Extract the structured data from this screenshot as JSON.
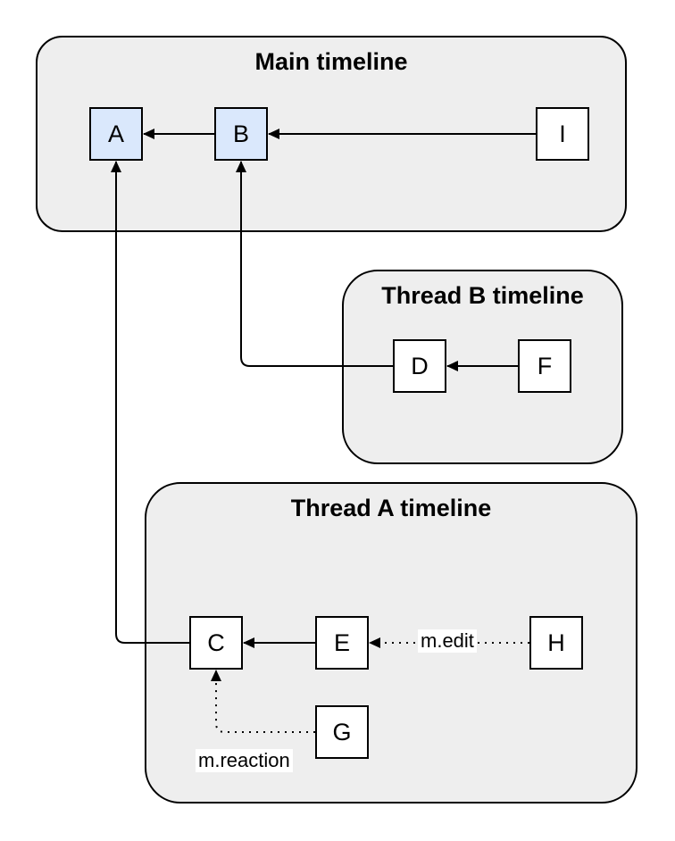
{
  "diagram": {
    "containers": [
      {
        "id": "main",
        "title": "Main timeline"
      },
      {
        "id": "thread-b",
        "title": "Thread B timeline"
      },
      {
        "id": "thread-a",
        "title": "Thread A timeline"
      }
    ],
    "nodes": [
      {
        "id": "A",
        "label": "A",
        "container": "main",
        "highlighted": true
      },
      {
        "id": "B",
        "label": "B",
        "container": "main",
        "highlighted": true
      },
      {
        "id": "I",
        "label": "I",
        "container": "main",
        "highlighted": false
      },
      {
        "id": "D",
        "label": "D",
        "container": "thread-b",
        "highlighted": false
      },
      {
        "id": "F",
        "label": "F",
        "container": "thread-b",
        "highlighted": false
      },
      {
        "id": "C",
        "label": "C",
        "container": "thread-a",
        "highlighted": false
      },
      {
        "id": "E",
        "label": "E",
        "container": "thread-a",
        "highlighted": false
      },
      {
        "id": "H",
        "label": "H",
        "container": "thread-a",
        "highlighted": false
      },
      {
        "id": "G",
        "label": "G",
        "container": "thread-a",
        "highlighted": false
      }
    ],
    "edges": [
      {
        "from": "B",
        "to": "A",
        "style": "solid",
        "label": ""
      },
      {
        "from": "I",
        "to": "B",
        "style": "solid",
        "label": ""
      },
      {
        "from": "D",
        "to": "B",
        "style": "solid",
        "label": ""
      },
      {
        "from": "F",
        "to": "D",
        "style": "solid",
        "label": ""
      },
      {
        "from": "C",
        "to": "A",
        "style": "solid",
        "label": ""
      },
      {
        "from": "E",
        "to": "C",
        "style": "solid",
        "label": ""
      },
      {
        "from": "H",
        "to": "E",
        "style": "dotted",
        "label": "m.edit"
      },
      {
        "from": "G",
        "to": "C",
        "style": "dotted",
        "label": "m.reaction"
      }
    ],
    "colors": {
      "highlight_fill": "#dae8fc",
      "node_fill": "#ffffff",
      "container_fill": "#eeeeee",
      "stroke": "#000000",
      "label_bg": "#ffffff"
    }
  }
}
